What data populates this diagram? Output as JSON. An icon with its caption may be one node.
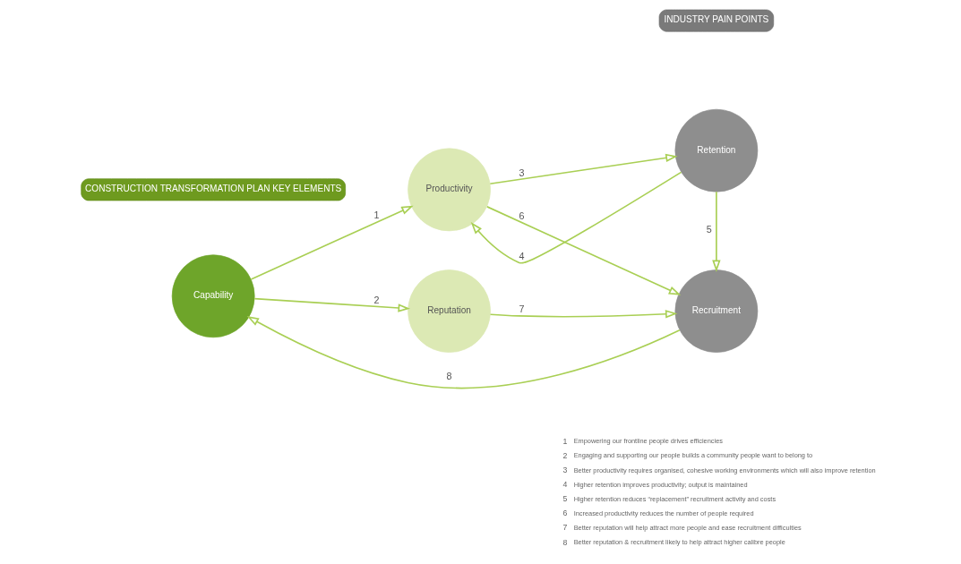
{
  "diagram": {
    "nodes": [
      {
        "text": [
          "CONSTRUCTION TRANSFORMATION PLAN KEY ELEMENTS"
        ]
      },
      {
        "text": [
          "INDUSTRY PAIN POINTS"
        ]
      },
      {
        "text": [
          "Capability"
        ]
      },
      {
        "text": [
          "Productivity"
        ]
      },
      {
        "text": [
          "Retention"
        ]
      },
      {
        "text": [
          "Reputation"
        ]
      },
      {
        "text": [
          "Recruitment"
        ]
      }
    ],
    "edges": [
      {
        "from": 2,
        "to": 3,
        "arrow": "to",
        "label": "1"
      },
      {
        "from": 2,
        "to": 5,
        "arrow": "to",
        "label": "2"
      },
      {
        "from": 3,
        "to": 4,
        "arrow": "to",
        "label": "3"
      },
      {
        "from": 4,
        "to": 3,
        "arrow": "to",
        "label": "4"
      },
      {
        "from": 4,
        "to": 6,
        "arrow": "to",
        "label": "5"
      },
      {
        "from": 3,
        "to": 6,
        "arrow": "to",
        "label": "6"
      },
      {
        "from": 5,
        "to": 6,
        "arrow": "to",
        "label": "7"
      },
      {
        "from": 6,
        "to": 2,
        "arrow": "to",
        "label": "8"
      }
    ],
    "labels": [
      "1",
      "Empowering our frontline people drives efficiencies",
      "2",
      "Engaging and supporting our people builds a community people want to belong to",
      "3",
      "Better productivity requires organised, cohesive working environments which will also improve retention",
      "4",
      "Higher retention improves productivity; output is maintained",
      "5",
      "Higher retention reduces “replacement” recruitment activity and costs",
      "6",
      "Increased productivity reduces the number of people required",
      "7",
      "Better reputation will help attract more people and ease recruitment difficulties",
      "8",
      "Better reputation & recruitment likely to help attract higher calibre people"
    ]
  }
}
